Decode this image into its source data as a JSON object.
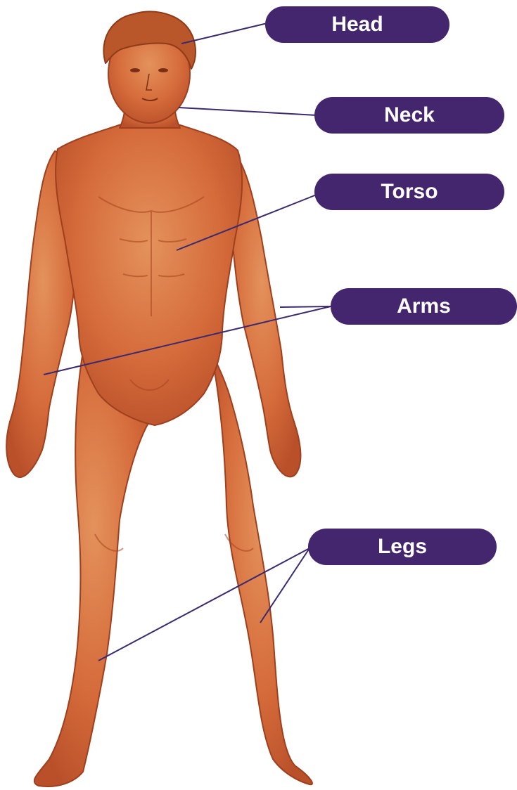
{
  "diagram": {
    "colors": {
      "label_fill": "#44266e",
      "leader_line": "#3c2a6e",
      "skin_base": "#d56b3a",
      "skin_light": "#e08a55",
      "skin_shade": "#a8421f",
      "hair": "#b9572a",
      "background": "#ffffff"
    },
    "labels": {
      "head": "Head",
      "neck": "Neck",
      "torso": "Torso",
      "arms": "Arms",
      "legs": "Legs"
    }
  }
}
